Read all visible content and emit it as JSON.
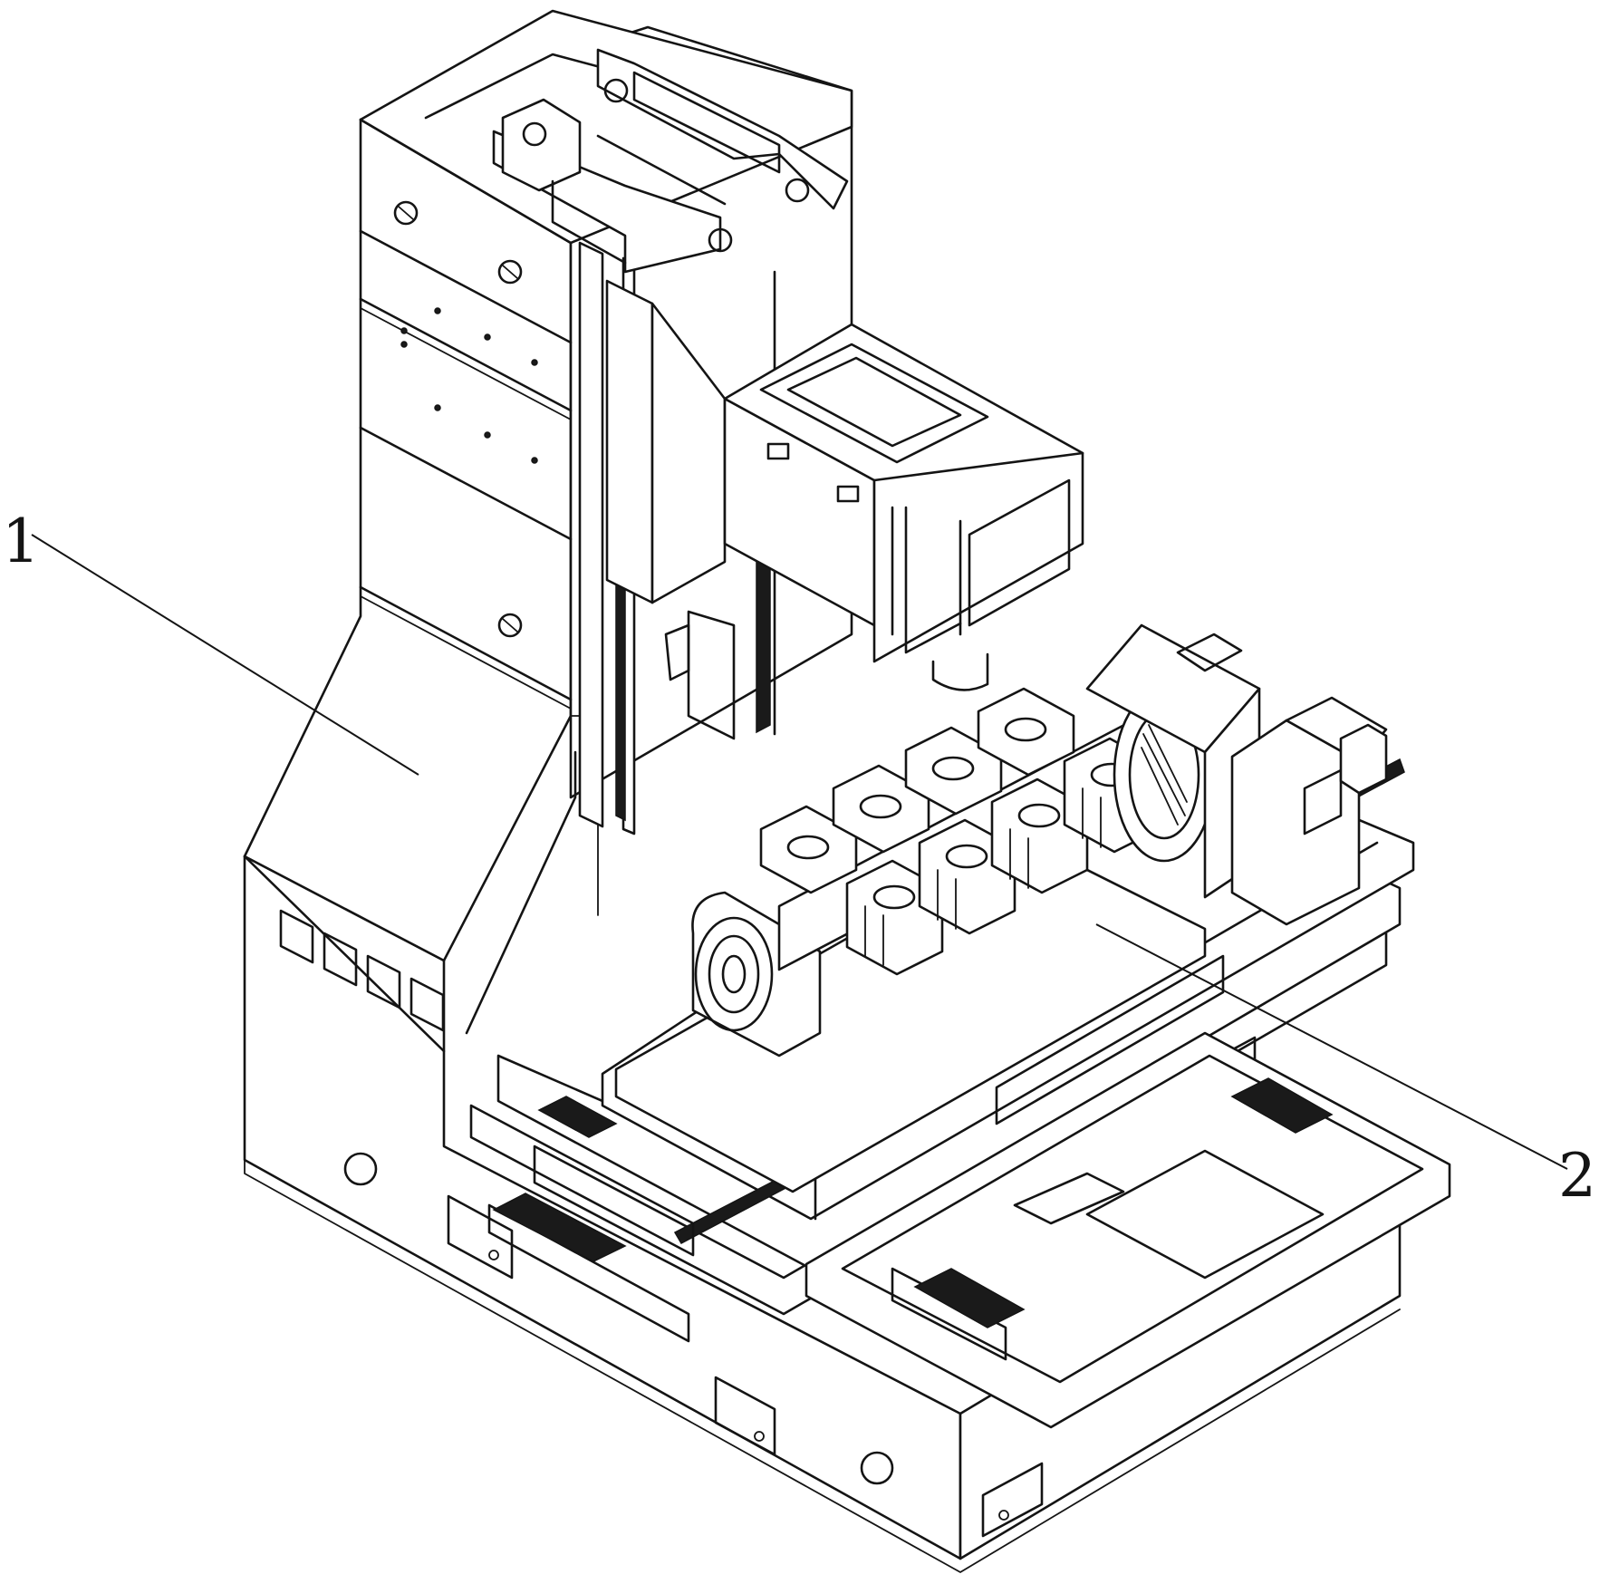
{
  "figure": {
    "callouts": [
      {
        "id": "part-1",
        "label": "1"
      },
      {
        "id": "part-2",
        "label": "2"
      }
    ],
    "line_color": "#141414",
    "background": "#ffffff"
  }
}
